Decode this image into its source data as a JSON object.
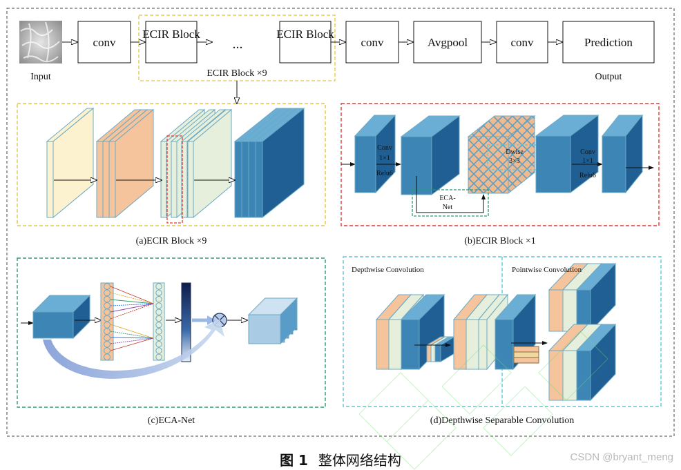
{
  "top_row": {
    "input_label": "Input",
    "output_label": "Output",
    "blocks": [
      "conv",
      "ECIR Block",
      "...",
      "ECIR Block",
      "conv",
      "Avgpool",
      "conv",
      "Prediction"
    ],
    "group_label": "ECIR Block ×9"
  },
  "panels": {
    "a": {
      "caption": "(a)ECIR Block ×9"
    },
    "b": {
      "caption": "(b)ECIR Block ×1",
      "conv1": [
        "Conv",
        "1×1",
        "Relu6"
      ],
      "dwise": [
        "Dwise",
        "3×3"
      ],
      "conv2": [
        "Conv",
        "1×1",
        "Relu6"
      ],
      "eca": [
        "ECA-",
        "Net"
      ]
    },
    "c": {
      "caption": "(c)ECA-Net"
    },
    "d": {
      "caption": "(d)Depthwise Separable Convolution",
      "left_title": "Depthwise Convolution",
      "right_title": "Pointwise Convolution"
    }
  },
  "figure_caption": {
    "number": "图 1",
    "text": "整体网络结构"
  },
  "watermark": "CSDN @bryant_meng",
  "colors": {
    "blue_face": "#3d85b5",
    "blue_side": "#1f5f93",
    "blue_top": "#6aaed6",
    "salmon": "#f5c39c",
    "cream": "#fdf2cf",
    "light_green": "#e5efdc",
    "yellow_dash": "#e8c33a",
    "red_dash": "#e03a35",
    "green_dash": "#2e9a6b",
    "cyan_dash": "#5cc6dc"
  }
}
